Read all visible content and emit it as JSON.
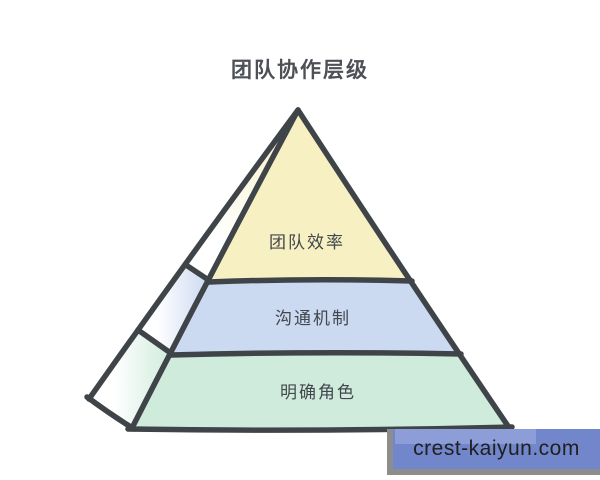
{
  "title": {
    "text": "团队协作层级"
  },
  "pyramid": {
    "outline_color": "#3f4449",
    "label_color": "#42474d",
    "levels": [
      {
        "label": "团队效率",
        "color": "#f6f0c2"
      },
      {
        "label": "沟通机制",
        "color": "#cbd9f1"
      },
      {
        "label": "明确角色",
        "color": "#cfebdc"
      }
    ]
  },
  "watermark": {
    "text": "crest-kaiyun.com",
    "bg_color": "#7287cb",
    "highlight_color": "#8c9dd8",
    "shadow_color": "#8d8d8d",
    "text_color": "#202020"
  }
}
